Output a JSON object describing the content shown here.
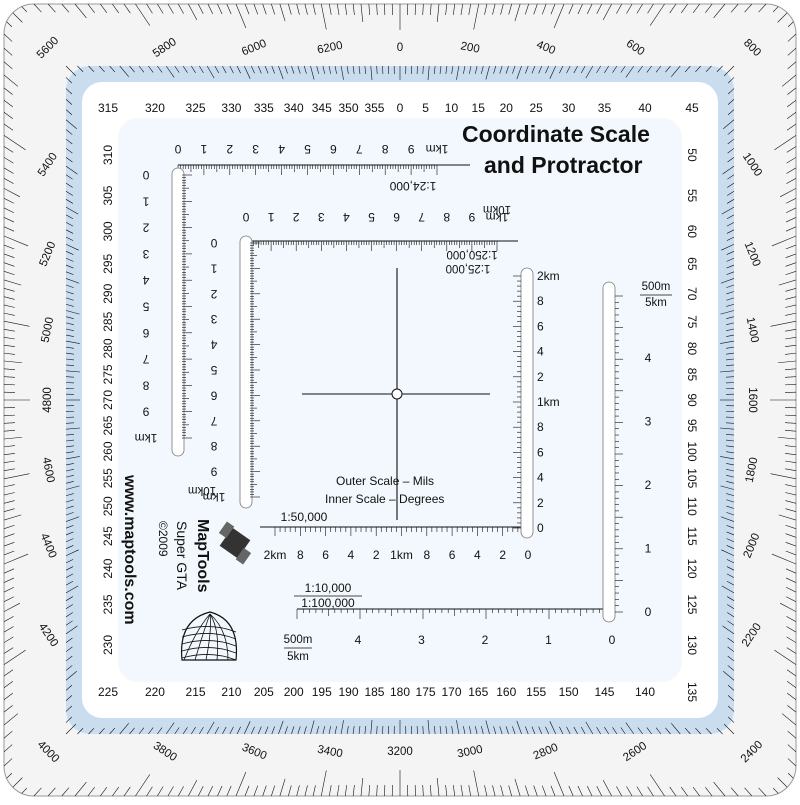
{
  "title": {
    "line1": "Coordinate Scale",
    "line2": "and Protractor"
  },
  "brand": {
    "url": "www.maptools.com",
    "name": "MapTools",
    "product": "Super GTA",
    "copyright": "©2009",
    "logo_icon": "globe-grid-satellite-icon"
  },
  "legend": {
    "outer": "Outer Scale – Mils",
    "inner": "Inner Scale – Degrees"
  },
  "colors": {
    "outer_band": "#f1f1f1",
    "inner_band": "#c6dcef",
    "face": "#f3f8fd",
    "ink": "#111111"
  },
  "mils": {
    "top": [
      "5600",
      "5800",
      "6000",
      "6200",
      "0",
      "200",
      "400",
      "600",
      "800"
    ],
    "right": [
      "1000",
      "1200",
      "1400",
      "1600",
      "1800",
      "2000",
      "2200"
    ],
    "bottom": [
      "2400",
      "2600",
      "2800",
      "3000",
      "3200",
      "3400",
      "3600",
      "3800",
      "4000"
    ],
    "left": [
      "4200",
      "4400",
      "4600",
      "4800",
      "5000",
      "5200",
      "5400"
    ]
  },
  "degrees": {
    "top": [
      "315",
      "320",
      "325",
      "330",
      "335",
      "340",
      "345",
      "350",
      "355",
      "0",
      "5",
      "10",
      "15",
      "20",
      "25",
      "30",
      "35",
      "40",
      "45"
    ],
    "right": [
      "50",
      "55",
      "60",
      "65",
      "70",
      "75",
      "80",
      "85",
      "90",
      "95",
      "100",
      "105",
      "110",
      "115",
      "120",
      "125",
      "130",
      "135"
    ],
    "bottom": [
      "140",
      "145",
      "150",
      "155",
      "160",
      "165",
      "170",
      "175",
      "180",
      "185",
      "190",
      "195",
      "200",
      "205",
      "210",
      "215",
      "220",
      "225"
    ],
    "left": [
      "230",
      "235",
      "240",
      "245",
      "250",
      "255",
      "260",
      "265",
      "270",
      "275",
      "280",
      "285",
      "290",
      "295",
      "300",
      "305",
      "310"
    ]
  },
  "scales": {
    "s24000": {
      "ratio": "1:24,000",
      "unit": "1km",
      "labels": [
        "0",
        "1",
        "2",
        "3",
        "4",
        "5",
        "6",
        "7",
        "8",
        "9",
        "1km"
      ]
    },
    "s24000_v": {
      "labels": [
        "0",
        "1",
        "2",
        "3",
        "4",
        "5",
        "6",
        "7",
        "8",
        "9",
        "1km"
      ]
    },
    "s50000": {
      "ratio_top": "1:25,000",
      "ratio_top2": "1:250,000",
      "ratio_bottom": "1:50,000",
      "unit_top": "1km",
      "unit_top2": "10km",
      "h_labels": [
        "0",
        "1",
        "2",
        "3",
        "4",
        "5",
        "6",
        "7",
        "8",
        "9",
        "1km"
      ],
      "v_labels": [
        "0",
        "1",
        "2",
        "3",
        "4",
        "5",
        "6",
        "7",
        "8",
        "9",
        "1km"
      ],
      "v_unit": "1km",
      "v_unit2": "10km"
    },
    "s50000_bottom": {
      "labels": [
        "2km",
        "8",
        "6",
        "4",
        "2",
        "1km",
        "8",
        "6",
        "4",
        "2",
        "0"
      ]
    },
    "s50000_right": {
      "labels": [
        "2km",
        "8",
        "6",
        "4",
        "2",
        "1km",
        "8",
        "6",
        "4",
        "2",
        "0"
      ]
    },
    "s10000": {
      "ratio1": "1:10,000",
      "ratio2": "1:100,000",
      "unit1": "500m",
      "unit2": "5km",
      "labels": [
        "4",
        "3",
        "2",
        "1",
        "0"
      ]
    },
    "s10000_right": {
      "unit1": "500m",
      "unit2": "5km",
      "labels": [
        "4",
        "3",
        "2",
        "1",
        "0"
      ]
    }
  }
}
